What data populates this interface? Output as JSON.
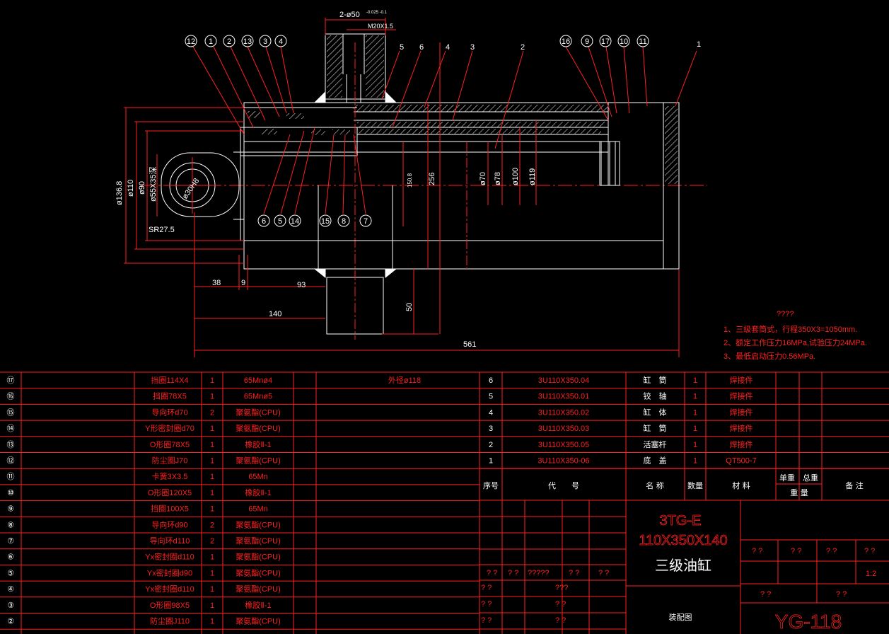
{
  "drawing": {
    "dims": {
      "top_port": "2-ø50",
      "top_port_tol": "-0.025 -0.1",
      "thread": "M20X1.5",
      "d1": "ø136.8",
      "d2": "ø110",
      "d3": "ø90",
      "d4": "ø55X35深",
      "d5": "ø30H8",
      "sr": "SR27.5",
      "d6": "150.8",
      "d7": "256",
      "d8": "ø70",
      "d9": "ø78",
      "d10": "ø100",
      "d11": "ø119",
      "l1": "38",
      "l2": "9",
      "l3": "93",
      "l4": "140",
      "l5": "50",
      "l6": "561"
    },
    "balloons_top": [
      "12",
      "1",
      "2",
      "13",
      "3",
      "4"
    ],
    "balloons_top_right": [
      "16",
      "9",
      "17",
      "10",
      "11"
    ],
    "callouts_top": [
      "5",
      "6",
      "4",
      "3",
      "2",
      "1"
    ],
    "balloons_bottom": [
      "6",
      "5",
      "14",
      "15",
      "8",
      "7"
    ],
    "notes_title": "????",
    "notes": [
      "1、三级套筒式，行程350X3=1050mm.",
      "2、额定工作压力16MPa,试验压力24MPa.",
      "3、最低启动压力0.56MPa."
    ]
  },
  "bom_left": [
    {
      "no": "⑰",
      "name": "挡圈114X4",
      "qty": "1",
      "mat": "65Mnø4"
    },
    {
      "no": "⑯",
      "name": "挡圈78X5",
      "qty": "1",
      "mat": "65Mnø5"
    },
    {
      "no": "⑮",
      "name": "导向环d70",
      "qty": "2",
      "mat": "聚氨酯(CPU)"
    },
    {
      "no": "⑭",
      "name": "Y形密封圈d70",
      "qty": "1",
      "mat": "聚氨酯(CPU)"
    },
    {
      "no": "⑬",
      "name": "O形圈78X5",
      "qty": "1",
      "mat": "橡胶Ⅱ-1"
    },
    {
      "no": "⑫",
      "name": "防尘圈J70",
      "qty": "1",
      "mat": "聚氨酯(CPU)"
    },
    {
      "no": "⑪",
      "name": "卡簧3X3.5",
      "qty": "1",
      "mat": "65Mn"
    },
    {
      "no": "⑩",
      "name": "O形圈120X5",
      "qty": "1",
      "mat": "橡胶Ⅱ-1"
    },
    {
      "no": "⑨",
      "name": "挡圈100X5",
      "qty": "1",
      "mat": "65Mn"
    },
    {
      "no": "⑧",
      "name": "导向环d90",
      "qty": "2",
      "mat": "聚氨酯(CPU)"
    },
    {
      "no": "⑦",
      "name": "导向环d110",
      "qty": "2",
      "mat": "聚氨酯(CPU)"
    },
    {
      "no": "⑥",
      "name": "Yx密封圈d110",
      "qty": "1",
      "mat": "聚氨酯(CPU)"
    },
    {
      "no": "⑤",
      "name": "Yx密封圈d90",
      "qty": "1",
      "mat": "聚氨酯(CPU)"
    },
    {
      "no": "④",
      "name": "Yx密封圈d110",
      "qty": "1",
      "mat": "聚氨酯(CPU)"
    },
    {
      "no": "③",
      "name": "O形圈98X5",
      "qty": "1",
      "mat": "橡胶Ⅱ-1"
    },
    {
      "no": "②",
      "name": "防尘圈J110",
      "qty": "1",
      "mat": "聚氨酯(CPU)"
    }
  ],
  "bom_right": {
    "extra_note": "外径ø118",
    "rows": [
      {
        "no": "6",
        "code": "3U110X350.04",
        "name": "缸　筒",
        "qty": "1",
        "mat": "焊接件"
      },
      {
        "no": "5",
        "code": "3U110X350.01",
        "name": "铰　轴",
        "qty": "1",
        "mat": "焊接件"
      },
      {
        "no": "4",
        "code": "3U110X350.02",
        "name": "缸　体",
        "qty": "1",
        "mat": "焊接件"
      },
      {
        "no": "3",
        "code": "3U110X350.03",
        "name": "缸　筒",
        "qty": "1",
        "mat": "焊接件"
      },
      {
        "no": "2",
        "code": "3U110X350.05",
        "name": "活塞杆",
        "qty": "1",
        "mat": "焊接件"
      },
      {
        "no": "1",
        "code": "3U110X350-06",
        "name": "底　盖",
        "qty": "1",
        "mat": "QT500-7"
      }
    ],
    "header": {
      "no": "序号",
      "code": "代　　号",
      "name": "名 称",
      "qty": "数量",
      "mat": "材 料",
      "w1": "单重",
      "w2": "总重",
      "wt": "重 量",
      "note": "备 注"
    }
  },
  "title_block": {
    "model": "3TG-E",
    "spec": "110X350X140",
    "name": "三级油缸",
    "type": "装配图",
    "drawing_no": "YG-118",
    "scale": "1:2",
    "q2": "? ?",
    "q3": "?????",
    "q5": "???"
  }
}
